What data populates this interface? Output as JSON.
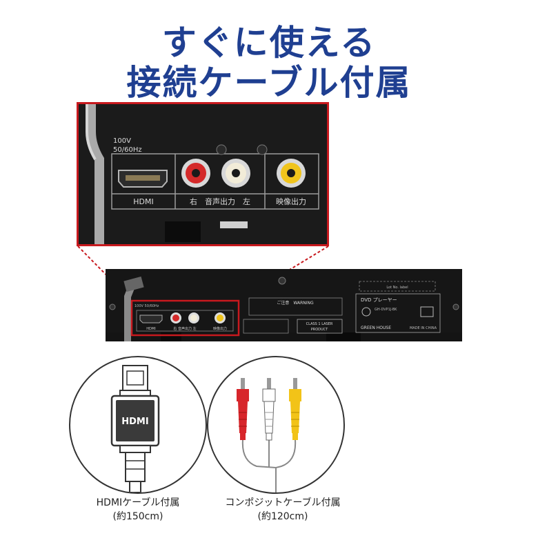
{
  "headline": {
    "line1": "すぐに使える",
    "line2": "接続ケーブル付属"
  },
  "zoom_panel": {
    "voltage_line1": "100V",
    "voltage_line2": "50/60Hz",
    "hdmi_port_label": "HDMI",
    "audio_label": "右　音声出力　左",
    "video_label": "映像出力",
    "accent_color": "#c8191e"
  },
  "device": {
    "warning_title": "ご注意　WARNING",
    "lot_label": "Lot No. label",
    "product_name": "DVD プレーヤー",
    "model": "GH-DVP1J-BK",
    "class_label_line1": "CLASS 1 LASER",
    "class_label_line2": "PRODUCT",
    "brand": "GREEN HOUSE",
    "made_in": "MADE IN CHINA",
    "hdmi_label": "HDMI",
    "audio_label": "右 音声出力 左",
    "video_label": "映像出力",
    "voltage": "100V 50/60Hz"
  },
  "accessories": {
    "hdmi_plug_text": "HDMI",
    "hdmi_caption_line1": "HDMIケーブル付属",
    "hdmi_caption_line2": "(約150cm)",
    "av_caption_line1": "コンポジットケーブル付属",
    "av_caption_line2": "(約120cm)",
    "plug_colors": [
      "#d7262b",
      "#ffffff",
      "#f2c318"
    ]
  }
}
